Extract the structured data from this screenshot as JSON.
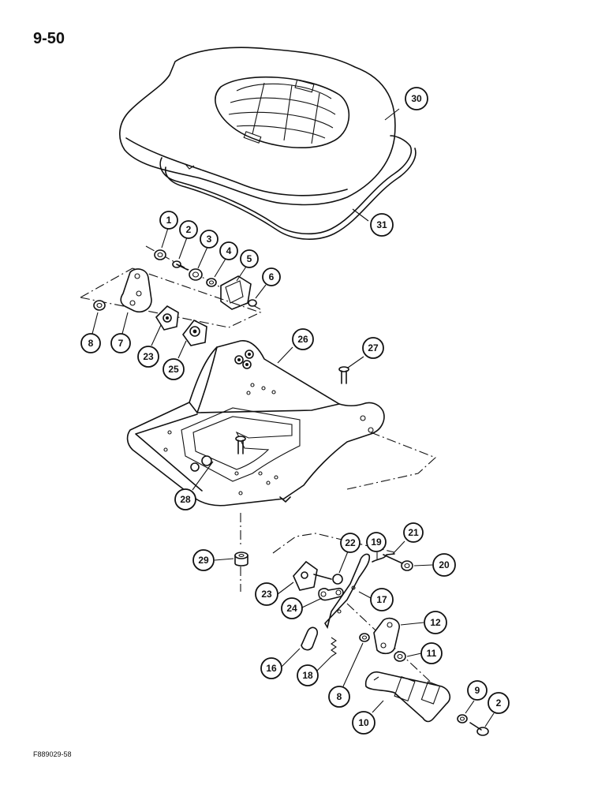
{
  "page": {
    "page_number": "9-50",
    "figure_code": "F889029-58"
  },
  "callouts": [
    {
      "id": "c30",
      "label": "30"
    },
    {
      "id": "c31",
      "label": "31"
    },
    {
      "id": "c1",
      "label": "1"
    },
    {
      "id": "c2a",
      "label": "2"
    },
    {
      "id": "c3",
      "label": "3"
    },
    {
      "id": "c4",
      "label": "4"
    },
    {
      "id": "c5",
      "label": "5"
    },
    {
      "id": "c6",
      "label": "6"
    },
    {
      "id": "c8a",
      "label": "8"
    },
    {
      "id": "c7",
      "label": "7"
    },
    {
      "id": "c23a",
      "label": "23"
    },
    {
      "id": "c25",
      "label": "25"
    },
    {
      "id": "c26",
      "label": "26"
    },
    {
      "id": "c27",
      "label": "27"
    },
    {
      "id": "c28",
      "label": "28"
    },
    {
      "id": "c29",
      "label": "29"
    },
    {
      "id": "c22",
      "label": "22"
    },
    {
      "id": "c19",
      "label": "19"
    },
    {
      "id": "c21",
      "label": "21"
    },
    {
      "id": "c20",
      "label": "20"
    },
    {
      "id": "c23b",
      "label": "23"
    },
    {
      "id": "c24",
      "label": "24"
    },
    {
      "id": "c17",
      "label": "17"
    },
    {
      "id": "c12",
      "label": "12"
    },
    {
      "id": "c11",
      "label": "11"
    },
    {
      "id": "c16",
      "label": "16"
    },
    {
      "id": "c18",
      "label": "18"
    },
    {
      "id": "c8b",
      "label": "8"
    },
    {
      "id": "c9",
      "label": "9"
    },
    {
      "id": "c2b",
      "label": "2"
    },
    {
      "id": "c10",
      "label": "10"
    }
  ]
}
